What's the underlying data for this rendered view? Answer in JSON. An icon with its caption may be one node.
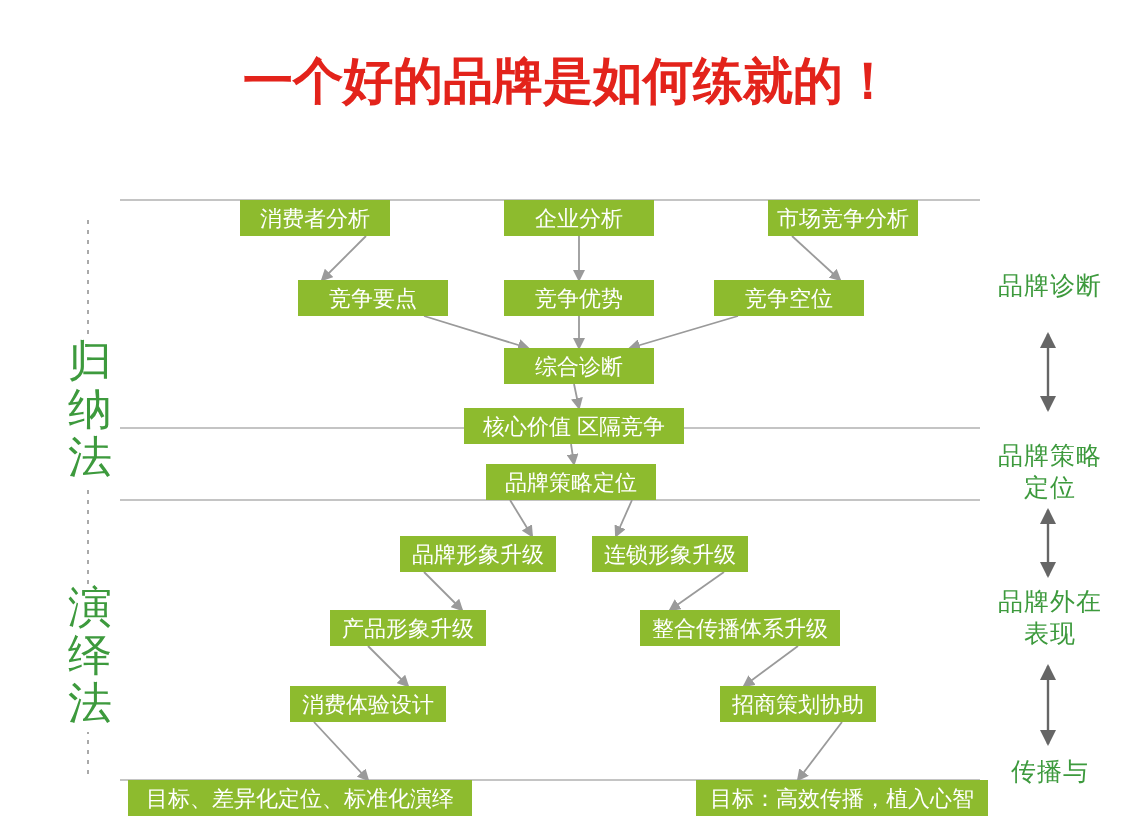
{
  "diagram": {
    "title": "一个好的品牌是如何练就的！",
    "nodes": [
      {
        "text": [
          "消费者分析"
        ]
      },
      {
        "text": [
          "企业分析"
        ]
      },
      {
        "text": [
          "市场竞争分析"
        ]
      },
      {
        "text": [
          "竞争要点"
        ]
      },
      {
        "text": [
          "竞争优势"
        ]
      },
      {
        "text": [
          "竞争空位"
        ]
      },
      {
        "text": [
          "综合诊断"
        ]
      },
      {
        "text": [
          "核心价值 区隔竞争"
        ]
      },
      {
        "text": [
          "品牌策略定位"
        ]
      },
      {
        "text": [
          "品牌形象升级"
        ]
      },
      {
        "text": [
          "连锁形象升级"
        ]
      },
      {
        "text": [
          "产品形象升级"
        ]
      },
      {
        "text": [
          "整合传播体系升级"
        ]
      },
      {
        "text": [
          "消费体验设计"
        ]
      },
      {
        "text": [
          "招商策划协助"
        ]
      },
      {
        "text": [
          "目标、差异化定位、标准化演绎"
        ]
      },
      {
        "text": [
          "目标：高效传播，植入心智"
        ]
      }
    ],
    "edges": [
      {
        "from": 0,
        "to": 3,
        "arrow": "to"
      },
      {
        "from": 1,
        "to": 4,
        "arrow": "to"
      },
      {
        "from": 2,
        "to": 5,
        "arrow": "to"
      },
      {
        "from": 3,
        "to": 6,
        "arrow": "to"
      },
      {
        "from": 4,
        "to": 6,
        "arrow": "to"
      },
      {
        "from": 5,
        "to": 6,
        "arrow": "to"
      },
      {
        "from": 6,
        "to": 7,
        "arrow": "to"
      },
      {
        "from": 7,
        "to": 8,
        "arrow": "to"
      },
      {
        "from": 8,
        "to": 9,
        "arrow": "to"
      },
      {
        "from": 8,
        "to": 10,
        "arrow": "to"
      },
      {
        "from": 9,
        "to": 11,
        "arrow": "to"
      },
      {
        "from": 10,
        "to": 12,
        "arrow": "to"
      },
      {
        "from": 11,
        "to": 13,
        "arrow": "to"
      },
      {
        "from": 12,
        "to": 14,
        "arrow": "to"
      },
      {
        "from": 13,
        "to": 15,
        "arrow": "to"
      },
      {
        "from": 14,
        "to": 16,
        "arrow": "to"
      }
    ],
    "labels": [
      "归纳法",
      "演绎法",
      "品牌诊断",
      "品牌策略定位",
      "品牌外在表现",
      "传播与"
    ]
  }
}
